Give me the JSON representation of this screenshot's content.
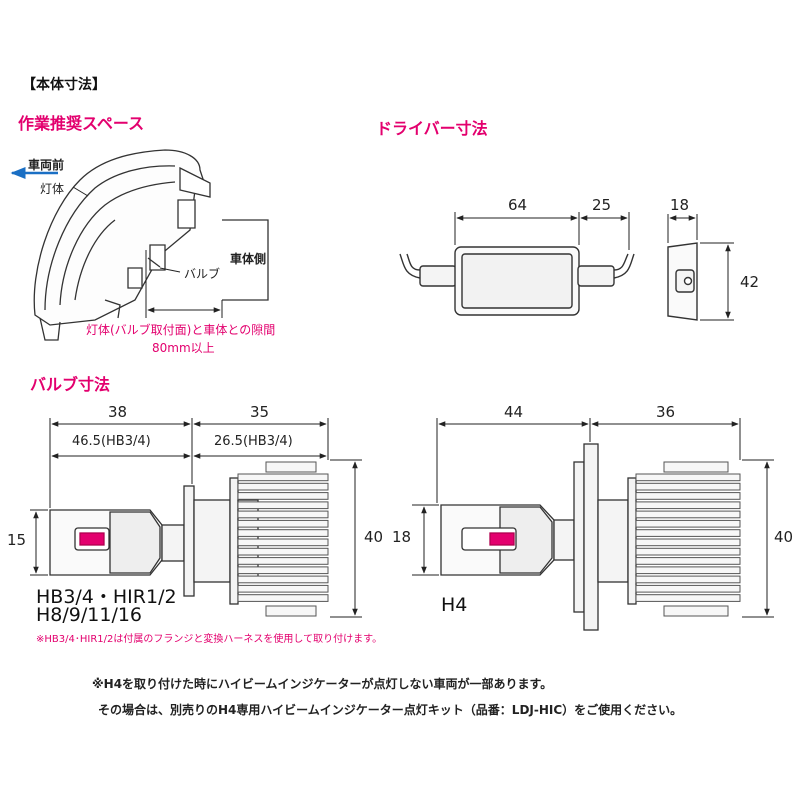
{
  "header": {
    "title": "【本体寸法】"
  },
  "work_space": {
    "title": "作業推奨スペース",
    "front_label": "車両前",
    "lamp_label": "灯体",
    "bulb_label": "バルブ",
    "body_side_label": "車体側",
    "gap_note_line1": "灯体(バルブ取付面)と車体との隙間",
    "gap_note_line2": "80mm以上"
  },
  "driver": {
    "title": "ドライバー寸法",
    "dim_length": "64",
    "dim_cable": "25",
    "dim_thickness": "18",
    "dim_height": "42"
  },
  "bulb": {
    "title": "バルブ寸法",
    "hb_dim_front": "38",
    "hb_dim_rear": "35",
    "hb_dim_front_alt": "46.5(HB3/4)",
    "hb_dim_rear_alt": "26.5(HB3/4)",
    "hb_dim_diameter": "15",
    "hb_dim_height": "40",
    "hb_label_line1": "HB3/4・HIR1/2",
    "hb_label_line2": "H8/9/11/16",
    "hb_note": "※HB3/4･HIR1/2は付属のフランジと変換ハーネスを使用して取り付けます。",
    "h4_dim_front": "44",
    "h4_dim_rear": "36",
    "h4_dim_diameter": "18",
    "h4_dim_height": "40",
    "h4_label": "H4"
  },
  "notes": {
    "line1": "※H4を取り付けた時にハイビームインジケーターが点灯しない車両が一部あります。",
    "line2": "その場合は、別売りのH4専用ハイビームインジケーター点灯キット（品番：LDJ-HIC）をご使用ください。"
  },
  "colors": {
    "accent": "#e3006e",
    "arrow": "#1a6fc4",
    "line": "#222222"
  }
}
